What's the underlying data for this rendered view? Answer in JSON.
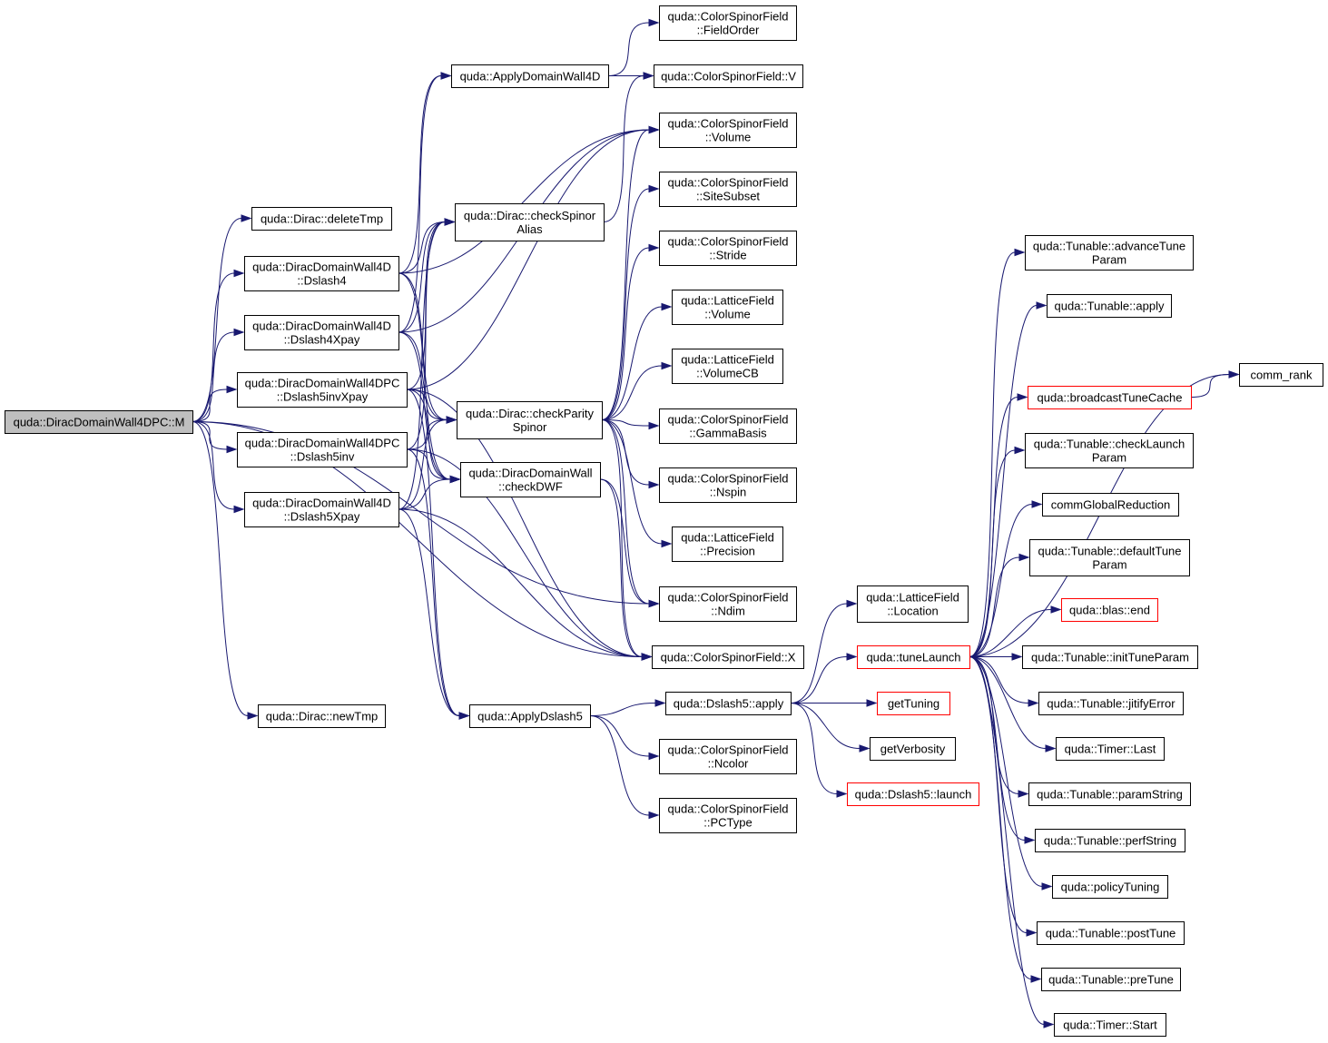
{
  "graph": {
    "root": "M",
    "colors": {
      "edge": "#191970",
      "truncated_border": "#ff0000",
      "root_fill": "#bfbfbf"
    },
    "nodes": {
      "M": {
        "lines": [
          "quda::DiracDomainWall4DPC::M"
        ],
        "root": true
      },
      "deleteTmp": {
        "lines": [
          "quda::Dirac::deleteTmp"
        ]
      },
      "Dslash4": {
        "lines": [
          "quda::DiracDomainWall4D",
          "::Dslash4"
        ]
      },
      "Dslash4Xpay": {
        "lines": [
          "quda::DiracDomainWall4D",
          "::Dslash4Xpay"
        ]
      },
      "Dslash5invXpay": {
        "lines": [
          "quda::DiracDomainWall4DPC",
          "::Dslash5invXpay"
        ]
      },
      "Dslash5inv": {
        "lines": [
          "quda::DiracDomainWall4DPC",
          "::Dslash5inv"
        ]
      },
      "Dslash5Xpay": {
        "lines": [
          "quda::DiracDomainWall4D",
          "::Dslash5Xpay"
        ]
      },
      "newTmp": {
        "lines": [
          "quda::Dirac::newTmp"
        ]
      },
      "ApplyDomainWall4D": {
        "lines": [
          "quda::ApplyDomainWall4D"
        ]
      },
      "checkSpinorAlias": {
        "lines": [
          "quda::Dirac::checkSpinor",
          "Alias"
        ]
      },
      "checkParitySpinor": {
        "lines": [
          "quda::Dirac::checkParity",
          "Spinor"
        ]
      },
      "checkDWF": {
        "lines": [
          "quda::DiracDomainWall",
          "::checkDWF"
        ]
      },
      "ApplyDslash5": {
        "lines": [
          "quda::ApplyDslash5"
        ]
      },
      "FieldOrder": {
        "lines": [
          "quda::ColorSpinorField",
          "::FieldOrder"
        ]
      },
      "V": {
        "lines": [
          "quda::ColorSpinorField::V"
        ]
      },
      "CSFVolume": {
        "lines": [
          "quda::ColorSpinorField",
          "::Volume"
        ]
      },
      "SiteSubset": {
        "lines": [
          "quda::ColorSpinorField",
          "::SiteSubset"
        ]
      },
      "Stride": {
        "lines": [
          "quda::ColorSpinorField",
          "::Stride"
        ]
      },
      "LFVolume": {
        "lines": [
          "quda::LatticeField",
          "::Volume"
        ]
      },
      "VolumeCB": {
        "lines": [
          "quda::LatticeField",
          "::VolumeCB"
        ]
      },
      "GammaBasis": {
        "lines": [
          "quda::ColorSpinorField",
          "::GammaBasis"
        ]
      },
      "Nspin": {
        "lines": [
          "quda::ColorSpinorField",
          "::Nspin"
        ]
      },
      "Precision": {
        "lines": [
          "quda::LatticeField",
          "::Precision"
        ]
      },
      "Ndim": {
        "lines": [
          "quda::ColorSpinorField",
          "::Ndim"
        ]
      },
      "X": {
        "lines": [
          "quda::ColorSpinorField::X"
        ]
      },
      "Dslash5apply": {
        "lines": [
          "quda::Dslash5::apply"
        ]
      },
      "Ncolor": {
        "lines": [
          "quda::ColorSpinorField",
          "::Ncolor"
        ]
      },
      "PCType": {
        "lines": [
          "quda::ColorSpinorField",
          "::PCType"
        ]
      },
      "Location": {
        "lines": [
          "quda::LatticeField",
          "::Location"
        ]
      },
      "tuneLaunch": {
        "lines": [
          "quda::tuneLaunch"
        ],
        "truncated": true
      },
      "getTuning": {
        "lines": [
          "getTuning"
        ],
        "truncated": true
      },
      "getVerbosity": {
        "lines": [
          "getVerbosity"
        ]
      },
      "Dslash5launch": {
        "lines": [
          "quda::Dslash5::launch"
        ],
        "truncated": true
      },
      "advanceTuneParam": {
        "lines": [
          "quda::Tunable::advanceTune",
          "Param"
        ]
      },
      "apply": {
        "lines": [
          "quda::Tunable::apply"
        ]
      },
      "comm_rank": {
        "lines": [
          "comm_rank"
        ]
      },
      "broadcastTuneCache": {
        "lines": [
          "quda::broadcastTuneCache"
        ],
        "truncated": true
      },
      "checkLaunchParam": {
        "lines": [
          "quda::Tunable::checkLaunch",
          "Param"
        ]
      },
      "commGlobalReduction": {
        "lines": [
          "commGlobalReduction"
        ]
      },
      "defaultTuneParam": {
        "lines": [
          "quda::Tunable::defaultTune",
          "Param"
        ]
      },
      "blasEnd": {
        "lines": [
          "quda::blas::end"
        ],
        "truncated": true
      },
      "initTuneParam": {
        "lines": [
          "quda::Tunable::initTuneParam"
        ]
      },
      "jitifyError": {
        "lines": [
          "quda::Tunable::jitifyError"
        ]
      },
      "TimerLast": {
        "lines": [
          "quda::Timer::Last"
        ]
      },
      "paramString": {
        "lines": [
          "quda::Tunable::paramString"
        ]
      },
      "perfString": {
        "lines": [
          "quda::Tunable::perfString"
        ]
      },
      "policyTuning": {
        "lines": [
          "quda::policyTuning"
        ]
      },
      "postTune": {
        "lines": [
          "quda::Tunable::postTune"
        ]
      },
      "preTune": {
        "lines": [
          "quda::Tunable::preTune"
        ]
      },
      "TimerStart": {
        "lines": [
          "quda::Timer::Start"
        ]
      }
    },
    "edges": [
      [
        "M",
        "deleteTmp"
      ],
      [
        "M",
        "Dslash4"
      ],
      [
        "M",
        "Dslash4Xpay"
      ],
      [
        "M",
        "Dslash5invXpay"
      ],
      [
        "M",
        "Dslash5inv"
      ],
      [
        "M",
        "Dslash5Xpay"
      ],
      [
        "M",
        "newTmp"
      ],
      [
        "M",
        "Ndim"
      ],
      [
        "M",
        "X"
      ],
      [
        "Dslash4",
        "ApplyDomainWall4D"
      ],
      [
        "Dslash4",
        "checkSpinorAlias"
      ],
      [
        "Dslash4",
        "checkParitySpinor"
      ],
      [
        "Dslash4",
        "checkDWF"
      ],
      [
        "Dslash4",
        "CSFVolume"
      ],
      [
        "Dslash4Xpay",
        "ApplyDomainWall4D"
      ],
      [
        "Dslash4Xpay",
        "checkSpinorAlias"
      ],
      [
        "Dslash4Xpay",
        "checkParitySpinor"
      ],
      [
        "Dslash4Xpay",
        "checkDWF"
      ],
      [
        "Dslash4Xpay",
        "CSFVolume"
      ],
      [
        "Dslash5invXpay",
        "checkParitySpinor"
      ],
      [
        "Dslash5invXpay",
        "checkSpinorAlias"
      ],
      [
        "Dslash5invXpay",
        "checkDWF"
      ],
      [
        "Dslash5invXpay",
        "ApplyDslash5"
      ],
      [
        "Dslash5invXpay",
        "CSFVolume"
      ],
      [
        "Dslash5invXpay",
        "X"
      ],
      [
        "Dslash5inv",
        "checkParitySpinor"
      ],
      [
        "Dslash5inv",
        "checkSpinorAlias"
      ],
      [
        "Dslash5inv",
        "checkDWF"
      ],
      [
        "Dslash5inv",
        "ApplyDslash5"
      ],
      [
        "Dslash5inv",
        "X"
      ],
      [
        "Dslash5Xpay",
        "checkParitySpinor"
      ],
      [
        "Dslash5Xpay",
        "checkSpinorAlias"
      ],
      [
        "Dslash5Xpay",
        "checkDWF"
      ],
      [
        "Dslash5Xpay",
        "ApplyDslash5"
      ],
      [
        "Dslash5Xpay",
        "X"
      ],
      [
        "ApplyDomainWall4D",
        "FieldOrder"
      ],
      [
        "ApplyDomainWall4D",
        "V"
      ],
      [
        "checkSpinorAlias",
        "V"
      ],
      [
        "checkParitySpinor",
        "CSFVolume"
      ],
      [
        "checkParitySpinor",
        "SiteSubset"
      ],
      [
        "checkParitySpinor",
        "Stride"
      ],
      [
        "checkParitySpinor",
        "LFVolume"
      ],
      [
        "checkParitySpinor",
        "VolumeCB"
      ],
      [
        "checkParitySpinor",
        "GammaBasis"
      ],
      [
        "checkParitySpinor",
        "Nspin"
      ],
      [
        "checkParitySpinor",
        "Precision"
      ],
      [
        "checkParitySpinor",
        "Ndim"
      ],
      [
        "checkParitySpinor",
        "X"
      ],
      [
        "checkDWF",
        "Ndim"
      ],
      [
        "checkDWF",
        "X"
      ],
      [
        "ApplyDslash5",
        "Dslash5apply"
      ],
      [
        "ApplyDslash5",
        "Ncolor"
      ],
      [
        "ApplyDslash5",
        "PCType"
      ],
      [
        "Dslash5apply",
        "Location"
      ],
      [
        "Dslash5apply",
        "tuneLaunch"
      ],
      [
        "Dslash5apply",
        "getTuning"
      ],
      [
        "Dslash5apply",
        "getVerbosity"
      ],
      [
        "Dslash5apply",
        "Dslash5launch"
      ],
      [
        "tuneLaunch",
        "advanceTuneParam"
      ],
      [
        "tuneLaunch",
        "apply"
      ],
      [
        "tuneLaunch",
        "comm_rank"
      ],
      [
        "tuneLaunch",
        "broadcastTuneCache"
      ],
      [
        "tuneLaunch",
        "checkLaunchParam"
      ],
      [
        "tuneLaunch",
        "commGlobalReduction"
      ],
      [
        "tuneLaunch",
        "defaultTuneParam"
      ],
      [
        "tuneLaunch",
        "blasEnd"
      ],
      [
        "tuneLaunch",
        "initTuneParam"
      ],
      [
        "tuneLaunch",
        "jitifyError"
      ],
      [
        "tuneLaunch",
        "TimerLast"
      ],
      [
        "tuneLaunch",
        "paramString"
      ],
      [
        "tuneLaunch",
        "perfString"
      ],
      [
        "tuneLaunch",
        "policyTuning"
      ],
      [
        "tuneLaunch",
        "postTune"
      ],
      [
        "tuneLaunch",
        "preTune"
      ],
      [
        "tuneLaunch",
        "TimerStart"
      ],
      [
        "broadcastTuneCache",
        "comm_rank"
      ]
    ]
  }
}
